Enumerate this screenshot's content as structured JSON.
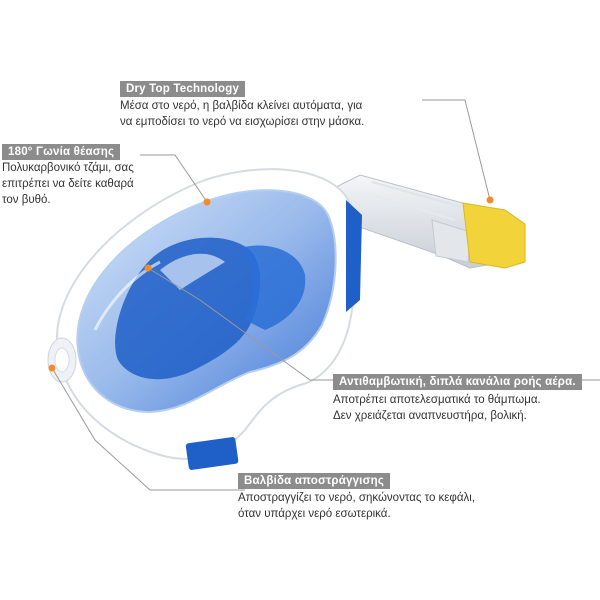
{
  "callouts": [
    {
      "title": "Dry Top Technology",
      "lines": [
        "Μέσα στο νερό, η βαλβίδα κλείνει αυτόματα, για",
        "να εμποδίσει το νερό να εισχωρίσει στην μάσκα."
      ]
    },
    {
      "title": "180° Γωνία θέασης",
      "lines": [
        "Πολυκαρβονικό τζάμι, σας",
        "επιτρέπει να δείτε καθαρά",
        "τον βυθό."
      ]
    },
    {
      "title": "Αντιθαμβωτική, διπλά κανάλια ροής αέρα.",
      "lines": [
        "Αποτρέπει αποτελεσματικά το θάμπωμα.",
        "Δεν χρειάζεται αναπνευστήρα, βολική."
      ]
    },
    {
      "title": "Βαλβίδα αποστράγγισης",
      "lines": [
        "Αποστραγγίζει το νερό, σηκώνοντας το κεφάλι,",
        "όταν υπάρχει νερό εσωτερικά."
      ]
    }
  ],
  "colors": {
    "mask_frame": "#ffffff",
    "lens_blue": "#1f5fc8",
    "lens_light": "#a9c8f0",
    "accent_yellow": "#f2d33a",
    "callout_dot": "#f28c28",
    "callout_bg": "#8c8c8c"
  }
}
